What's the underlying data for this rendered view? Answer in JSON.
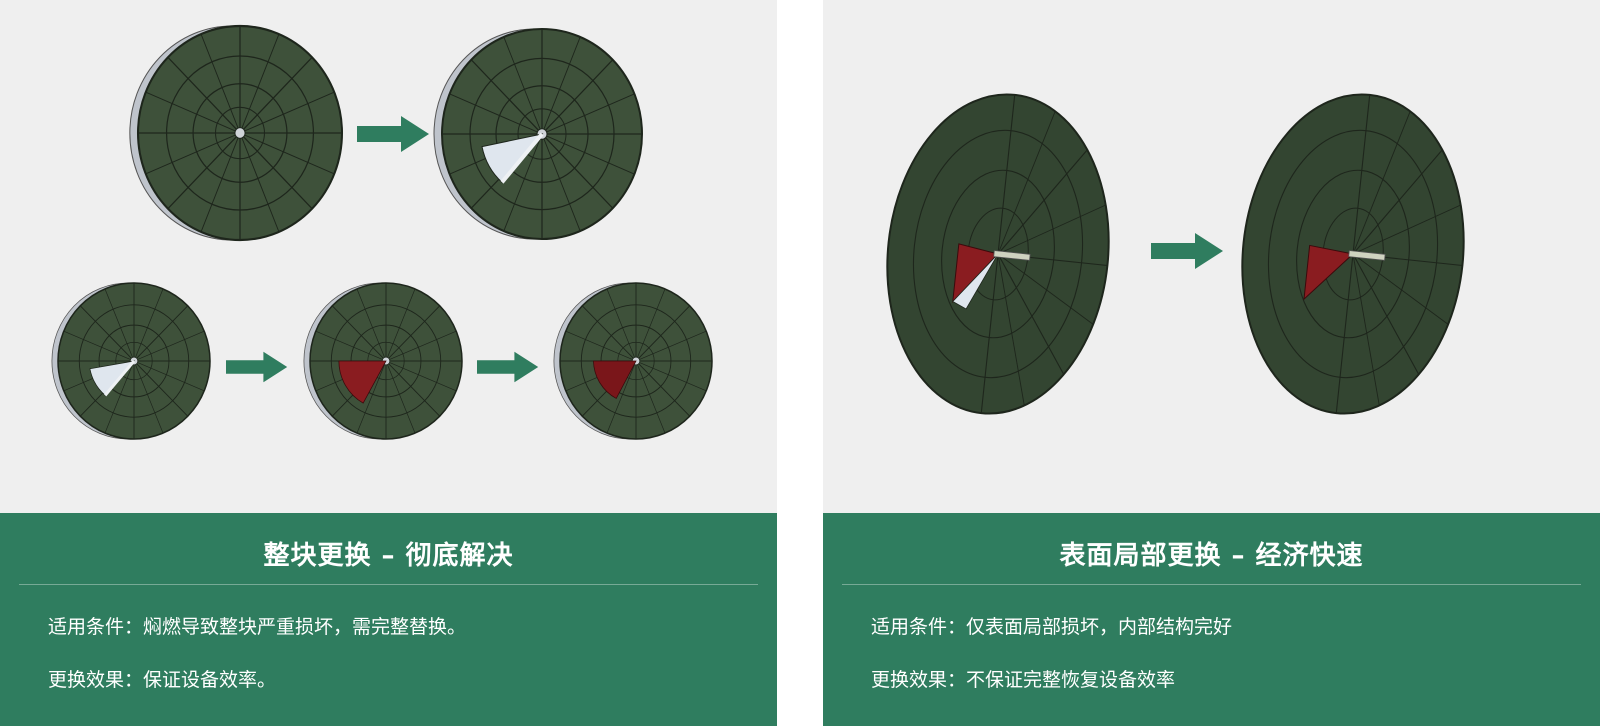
{
  "panels": [
    {
      "title": "整块更换 – 彻底解决",
      "condition": "适用条件：焖燃导致整块严重损坏，需完整替换。",
      "effect": "更换效果：保证设备效率。"
    },
    {
      "title": "表面局部更换 – 经济快速",
      "condition": "适用条件：仅表面局部损坏，内部结构完好",
      "effect": "更换效果：不保证完整恢复设备效率"
    }
  ],
  "colors": {
    "panel_background": "#efefef",
    "caption_background": "#2f7d5f",
    "wheel_face": "#3e513a",
    "arrow": "#2f7d5f",
    "damaged_segment": "#8a1c20",
    "removed_segment": "#dfe6ee",
    "frame": "#a8adc3"
  }
}
